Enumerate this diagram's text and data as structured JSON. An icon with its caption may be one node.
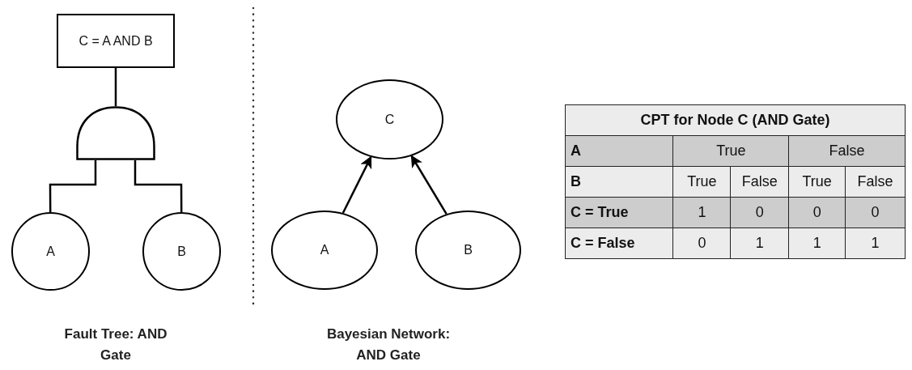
{
  "diagram": {
    "nodes": [
      {
        "text": [
          "C = A AND B"
        ]
      },
      {
        "text": [],
        "shape": "gate"
      },
      {
        "text": [
          "A"
        ]
      },
      {
        "text": [
          "B"
        ]
      },
      {
        "text": [
          "C"
        ]
      },
      {
        "text": [
          "A"
        ]
      },
      {
        "text": [
          "B"
        ]
      }
    ],
    "edges": [
      {
        "from": 0,
        "to": 1,
        "arrow": "none"
      },
      {
        "from": 2,
        "to": 1,
        "arrow": "none"
      },
      {
        "from": 3,
        "to": 1,
        "arrow": "none"
      },
      {
        "from": 5,
        "to": 4,
        "arrow": "to"
      },
      {
        "from": 6,
        "to": 4,
        "arrow": "to"
      }
    ],
    "labels": [
      "Fault Tree: AND Gate",
      "Bayesian Network: AND Gate",
      "CPT for Node C (AND Gate)",
      "A",
      "True",
      "False",
      "B",
      "True",
      "False",
      "True",
      "False",
      "C = True",
      "1",
      "0",
      "0",
      "0",
      "C = False",
      "0",
      "1",
      "1",
      "1"
    ]
  }
}
